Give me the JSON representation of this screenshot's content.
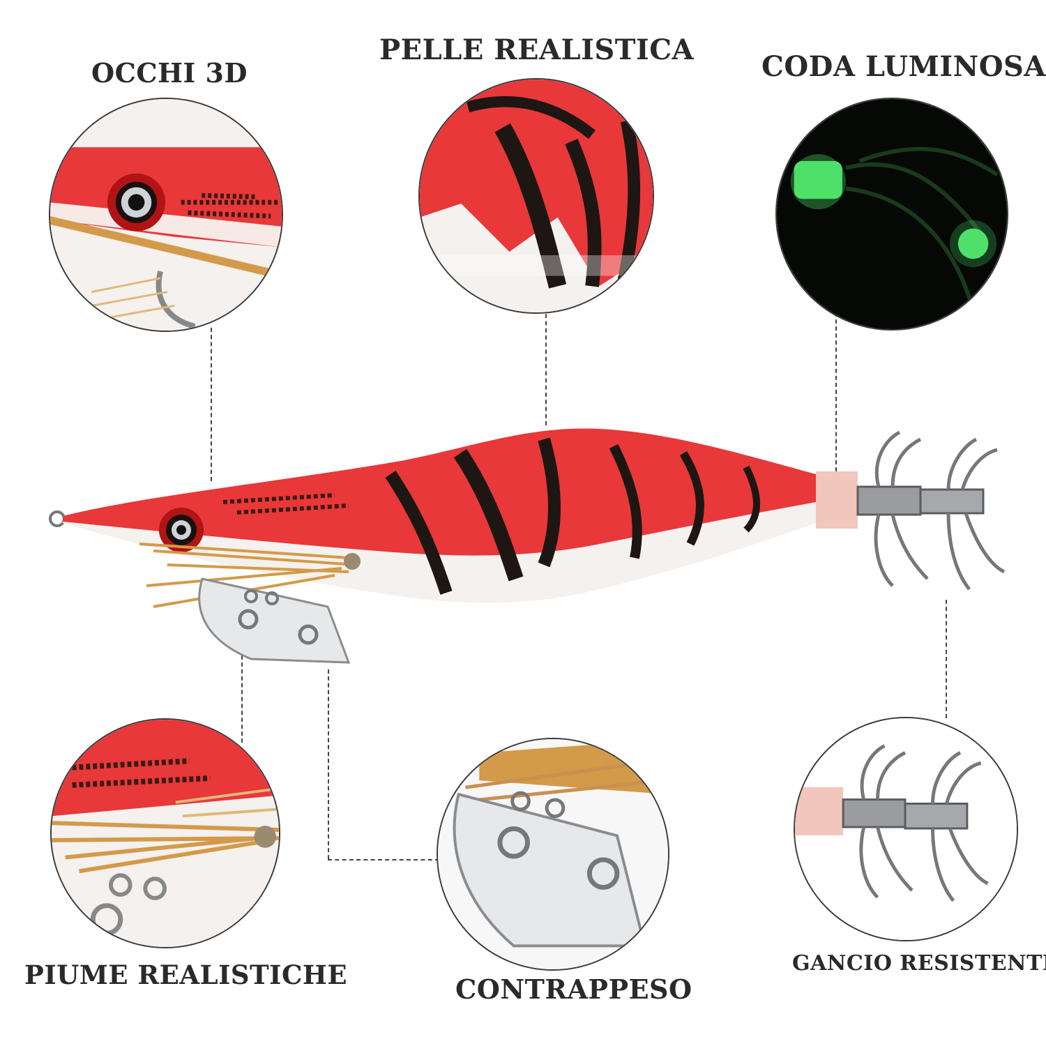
{
  "labels": {
    "eyes": "OCCHI 3D",
    "skin": "PELLE REALISTICA",
    "tail": "CODA LUMINOSA",
    "feathers": "PIUME REALISTICHE",
    "weight": "CONTRAPPESO",
    "hook": "GANCIO RESISTENTE"
  },
  "colors": {
    "body_red": "#e8383a",
    "body_white": "#f4f1ee",
    "stripe": "#1e1612",
    "glow": "#4fe06a",
    "feather": "#d39a4a",
    "metal": "#9a9ca0",
    "leader": "#444444"
  }
}
